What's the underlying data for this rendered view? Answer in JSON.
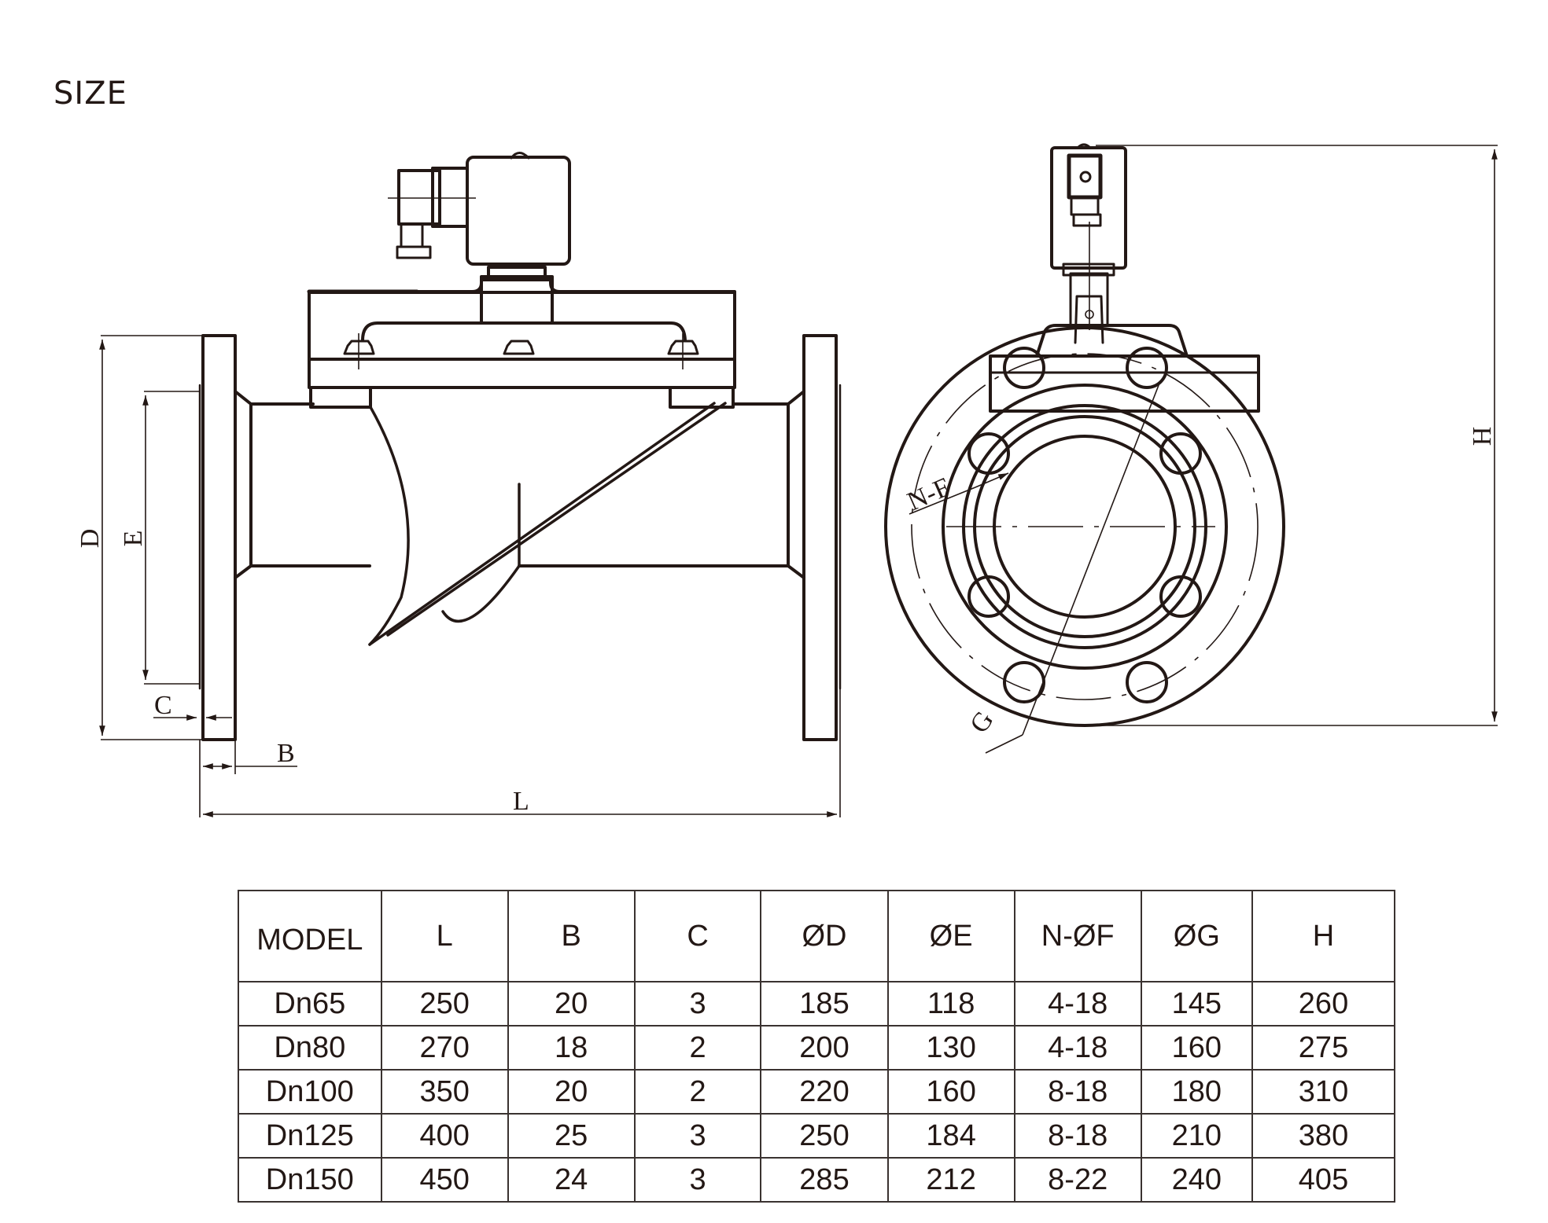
{
  "page": {
    "title": "SIZE"
  },
  "side_view": {
    "dimension_labels": {
      "D": "D",
      "E": "E",
      "C": "C",
      "B": "B",
      "L": "L"
    }
  },
  "front_view": {
    "dimension_labels": {
      "H": "H",
      "NF": "N-F",
      "G": "G"
    }
  },
  "table": {
    "headers": [
      "MODEL",
      "L",
      "B",
      "C",
      "ØD",
      "ØE",
      "N-ØF",
      "ØG",
      "H"
    ],
    "rows": [
      [
        "Dn65",
        "250",
        "20",
        "3",
        "185",
        "118",
        "4-18",
        "145",
        "260"
      ],
      [
        "Dn80",
        "270",
        "18",
        "2",
        "200",
        "130",
        "4-18",
        "160",
        "275"
      ],
      [
        "Dn100",
        "350",
        "20",
        "2",
        "220",
        "160",
        "8-18",
        "180",
        "310"
      ],
      [
        "Dn125",
        "400",
        "25",
        "3",
        "250",
        "184",
        "8-18",
        "210",
        "380"
      ],
      [
        "Dn150",
        "450",
        "24",
        "3",
        "285",
        "212",
        "8-22",
        "240",
        "405"
      ]
    ]
  }
}
